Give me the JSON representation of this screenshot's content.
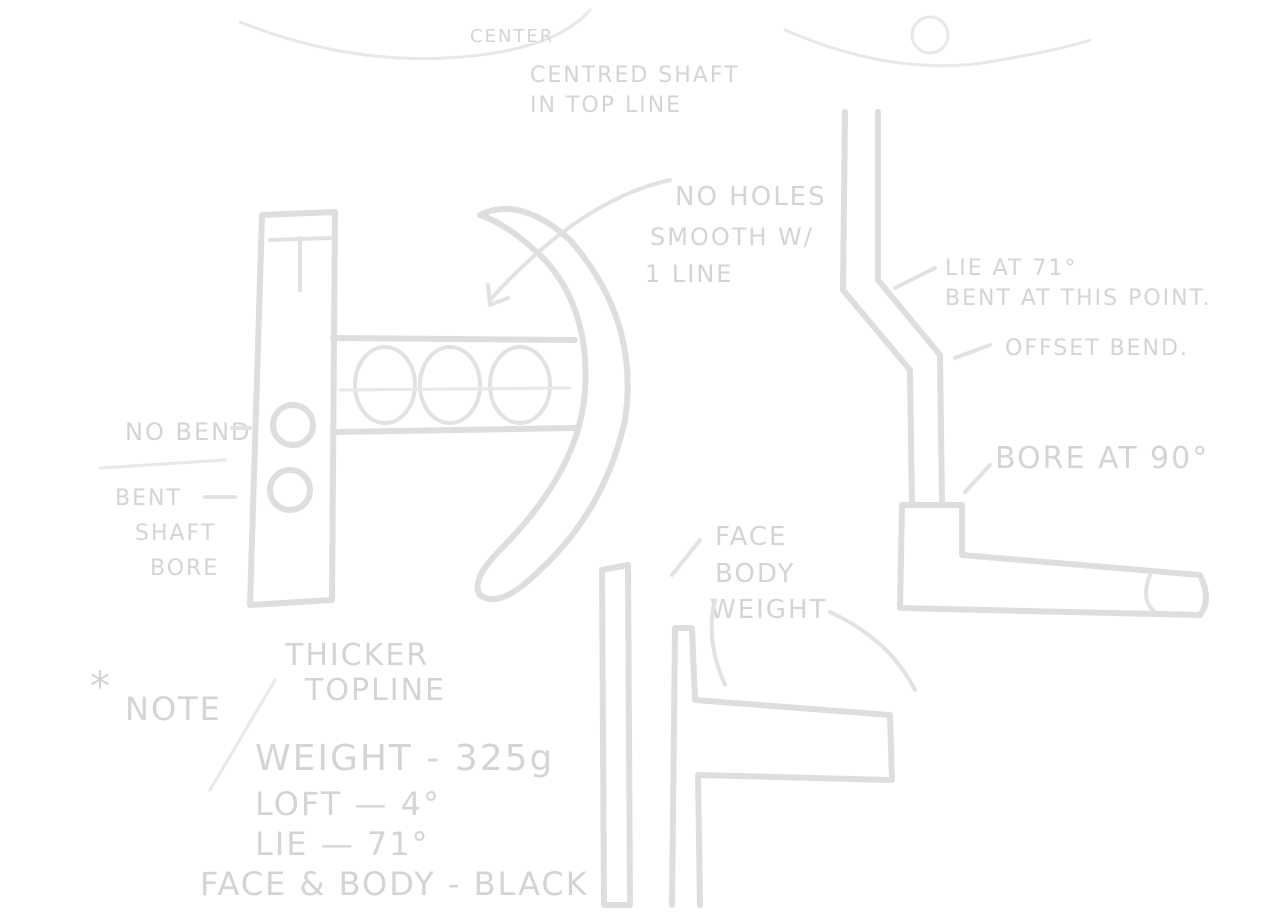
{
  "sketch": {
    "top_small": "CENTER",
    "centered_shaft": [
      "CENTRED SHAFT",
      "IN TOP LINE"
    ],
    "no_holes": [
      "NO HOLES",
      "SMOOTH W/",
      "1 LINE"
    ],
    "lie": [
      "LIE AT 71°",
      "BENT AT THIS POINT.",
      "OFFSET BEND."
    ],
    "bore": "BORE AT 90°",
    "no_bend": "NO BEND",
    "bent_shaft_bore": [
      "BENT",
      "SHAFT",
      "BORE"
    ],
    "face_body_weight": [
      "FACE",
      "BODY",
      "WEIGHT"
    ],
    "thicker_topline": [
      "THICKER",
      "TOPLINE"
    ],
    "note": "NOTE",
    "note_star": "*",
    "weight": "WEIGHT - 325g",
    "loft": "LOFT — 4°",
    "lie_spec": "LIE — 71°",
    "finish": "FACE & BODY - BLACK"
  }
}
